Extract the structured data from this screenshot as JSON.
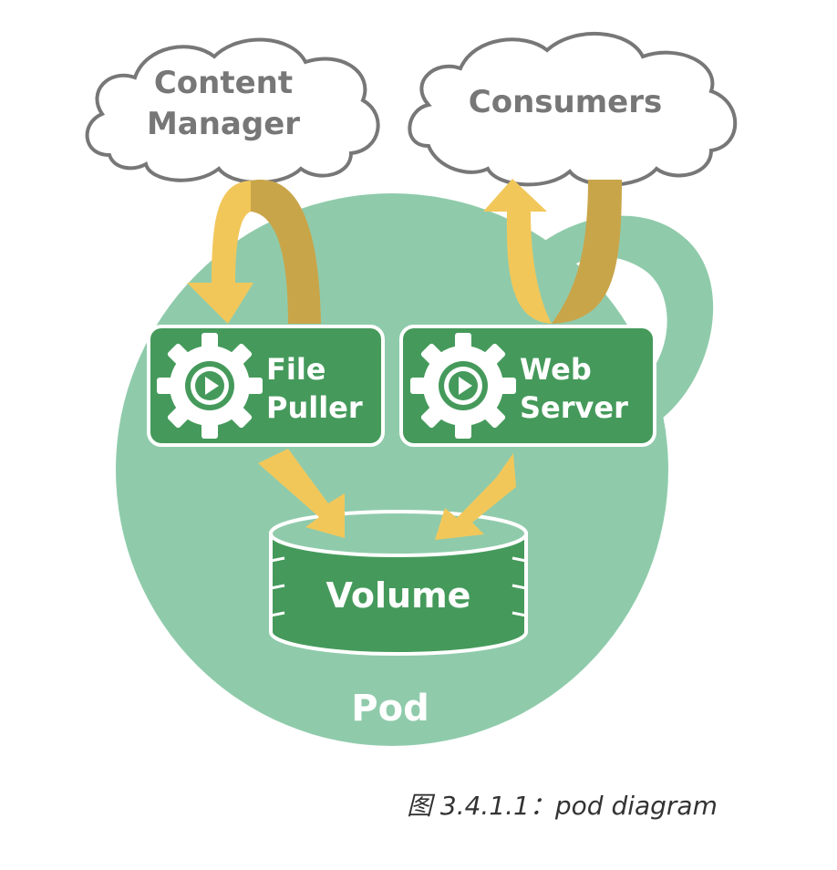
{
  "nodes": {
    "content_manager": {
      "line1": "Content",
      "line2": "Manager"
    },
    "consumers": {
      "label": "Consumers"
    },
    "file_puller": {
      "line1": "File",
      "line2": "Puller"
    },
    "web_server": {
      "line1": "Web",
      "line2": "Server"
    },
    "volume": {
      "label": "Volume"
    },
    "pod": {
      "label": "Pod"
    }
  },
  "caption": "图 3.4.1.1：pod diagram",
  "colors": {
    "pod_fill": "#8fcbab",
    "box_fill": "#459a5b",
    "arrow_light": "#f2c75a",
    "arrow_dark": "#c9a54a",
    "cloud_stroke": "#777777"
  }
}
